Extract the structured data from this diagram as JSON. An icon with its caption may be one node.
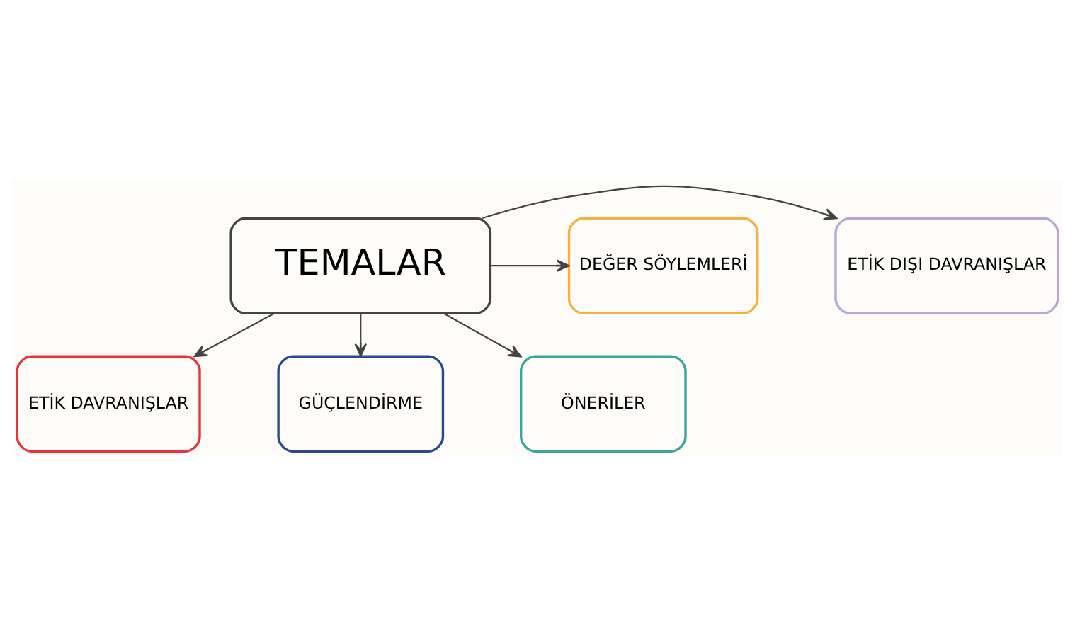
{
  "diagram": {
    "nodes": [
      {
        "text": [
          "ETİK DAVRANIŞLAR"
        ]
      },
      {
        "text": [
          "ETİK DIŞI DAVRANIŞLAR"
        ]
      },
      {
        "text": [
          "TEMALAR"
        ]
      },
      {
        "text": [
          "DEĞER SÖYLEMLERİ"
        ]
      },
      {
        "text": [
          "GÜÇLENDİRME"
        ]
      },
      {
        "text": [
          "ÖNERİLER"
        ]
      }
    ],
    "edges": [
      {
        "from": 2,
        "to": 0,
        "arrow": "to"
      },
      {
        "from": 2,
        "to": 1,
        "arrow": "to"
      },
      {
        "from": 2,
        "to": 3,
        "arrow": "to"
      },
      {
        "from": 2,
        "to": 4,
        "arrow": "to"
      },
      {
        "from": 2,
        "to": 5,
        "arrow": "to"
      }
    ]
  }
}
